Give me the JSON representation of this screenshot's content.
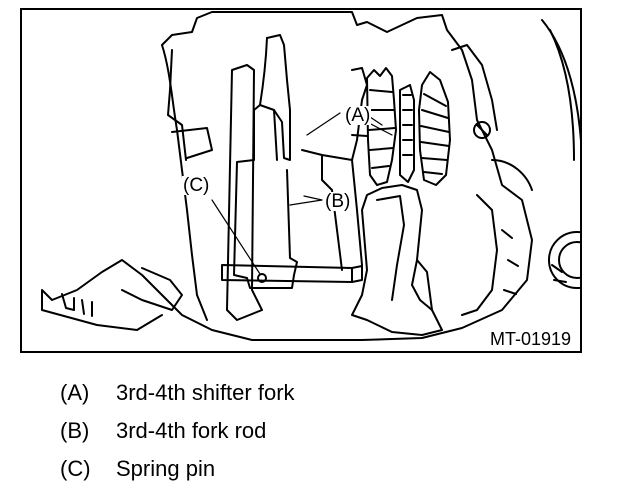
{
  "figure": {
    "callouts": {
      "a": "(A)",
      "b": "(B)",
      "c": "(C)"
    },
    "figure_code": "MT-01919"
  },
  "legend": {
    "items": [
      {
        "key": "(A)",
        "text": "3rd-4th shifter fork"
      },
      {
        "key": "(B)",
        "text": "3rd-4th fork rod"
      },
      {
        "key": "(C)",
        "text": "Spring pin"
      }
    ]
  }
}
